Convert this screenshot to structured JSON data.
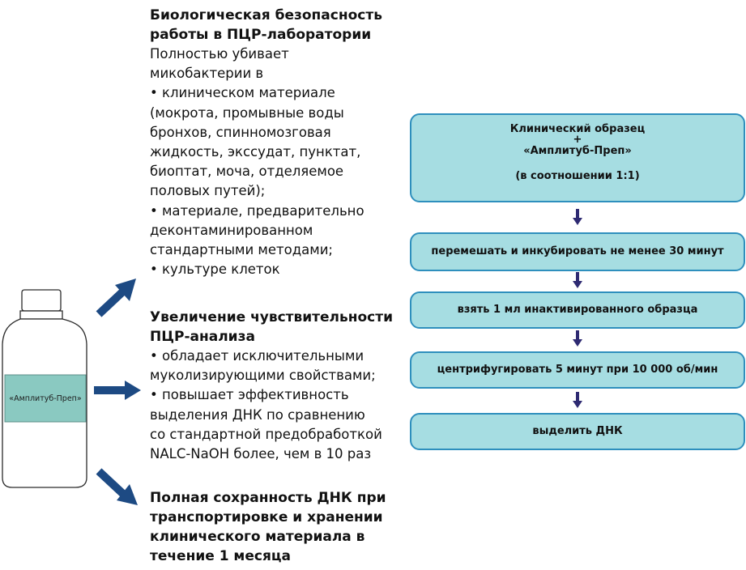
{
  "colors": {
    "arrow": "#1d4a83",
    "box_fill": "#a6dde2",
    "box_border": "#2e8fbd",
    "bottle_label_fill": "#8ac9c1",
    "small_arrow": "#2e2a72"
  },
  "bottle": {
    "label": "«Амплитуб-Преп»"
  },
  "benefits": [
    {
      "heading": [
        "Биологическая безопасность",
        "работы в ПЦР-лаборатории"
      ],
      "body": [
        "Полностью убивает",
        "микобактерии в",
        "• клиническом материале",
        "(мокрота, промывные воды",
        "бронхов, спинномозговая",
        "жидкость, экссудат, пунктат,",
        "биоптат, моча, отделяемое",
        "половых путей);",
        "• материале, предварительно",
        "деконтаминированном",
        "стандартными методами;",
        "• культуре клеток"
      ]
    },
    {
      "heading": [
        "Увеличение чувствительности",
        "ПЦР-анализа"
      ],
      "body": [
        "• обладает исключительными",
        "муколизирующими свойствами;",
        "• повышает эффективность",
        "выделения ДНК по сравнению",
        "со стандартной предобработкой",
        "NALC-NaOH более, чем в 10 раз"
      ]
    },
    {
      "heading": [
        "Полная сохранность ДНК при",
        "транспортировке и хранении",
        "клинического материала в",
        "течение 1 месяца"
      ],
      "body": []
    }
  ],
  "flow": {
    "first": {
      "line1": "Клинический образец",
      "plus": "+",
      "line2": "«Амплитуб-Преп»",
      "line3": "(в соотношении 1:1)"
    },
    "steps": [
      "перемешать и инкубировать не менее 30 минут",
      "взять 1 мл инактивированного образца",
      "центрифугировать 5 минут при 10 000 об/мин",
      "выделить ДНК"
    ]
  }
}
